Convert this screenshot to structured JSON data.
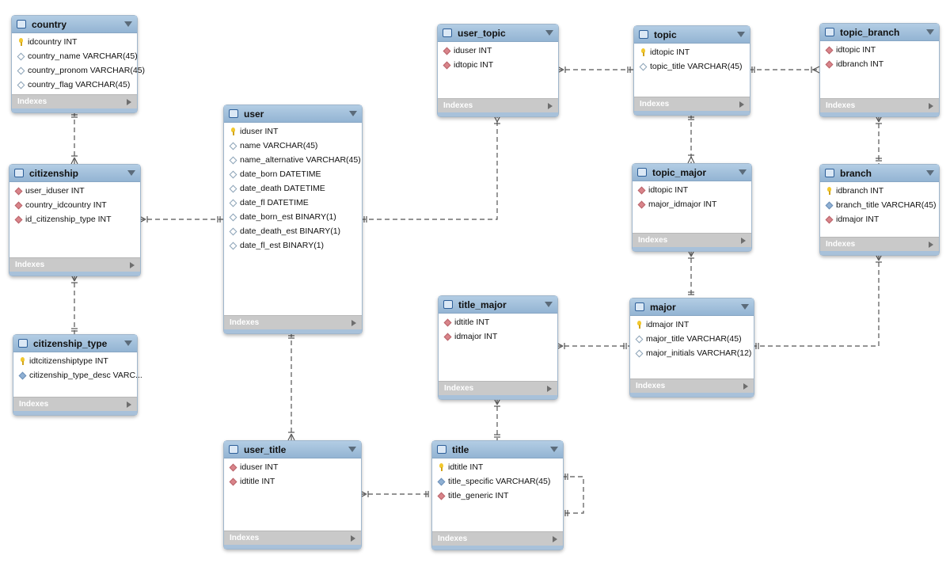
{
  "colors": {
    "header": "#9dbcd9",
    "link": "#555555"
  },
  "tables": [
    {
      "id": "country",
      "name": "country",
      "indexes_label": "Indexes",
      "columns": [
        {
          "text": "idcountry INT",
          "kind": "pk"
        },
        {
          "text": "country_name VARCHAR(45)",
          "kind": "plain"
        },
        {
          "text": "country_pronom VARCHAR(45)",
          "kind": "plain"
        },
        {
          "text": "country_flag VARCHAR(45)",
          "kind": "plain"
        }
      ]
    },
    {
      "id": "citizenship",
      "name": "citizenship",
      "indexes_label": "Indexes",
      "columns": [
        {
          "text": "user_iduser INT",
          "kind": "fk"
        },
        {
          "text": "country_idcountry INT",
          "kind": "fk"
        },
        {
          "text": "id_citizenship_type INT",
          "kind": "fk"
        }
      ]
    },
    {
      "id": "citizenship_type",
      "name": "citizenship_type",
      "indexes_label": "Indexes",
      "columns": [
        {
          "text": "idtcitizenshiptype INT",
          "kind": "pk"
        },
        {
          "text": "citizenship_type_desc VARC...",
          "kind": "unq"
        }
      ]
    },
    {
      "id": "user",
      "name": "user",
      "indexes_label": "Indexes",
      "columns": [
        {
          "text": "iduser INT",
          "kind": "pk"
        },
        {
          "text": "name VARCHAR(45)",
          "kind": "plain"
        },
        {
          "text": "name_alternative VARCHAR(45)",
          "kind": "plain"
        },
        {
          "text": "date_born DATETIME",
          "kind": "plain"
        },
        {
          "text": "date_death DATETIME",
          "kind": "plain"
        },
        {
          "text": "date_fl DATETIME",
          "kind": "plain"
        },
        {
          "text": "date_born_est BINARY(1)",
          "kind": "plain"
        },
        {
          "text": "date_death_est BINARY(1)",
          "kind": "plain"
        },
        {
          "text": "date_fl_est BINARY(1)",
          "kind": "plain"
        }
      ]
    },
    {
      "id": "user_topic",
      "name": "user_topic",
      "indexes_label": "Indexes",
      "columns": [
        {
          "text": "iduser INT",
          "kind": "fk"
        },
        {
          "text": "idtopic INT",
          "kind": "fk"
        }
      ]
    },
    {
      "id": "topic",
      "name": "topic",
      "indexes_label": "Indexes",
      "columns": [
        {
          "text": "idtopic INT",
          "kind": "pk"
        },
        {
          "text": "topic_title VARCHAR(45)",
          "kind": "plain"
        }
      ]
    },
    {
      "id": "topic_branch",
      "name": "topic_branch",
      "indexes_label": "Indexes",
      "columns": [
        {
          "text": "idtopic INT",
          "kind": "fk"
        },
        {
          "text": "idbranch INT",
          "kind": "fk"
        }
      ]
    },
    {
      "id": "topic_major",
      "name": "topic_major",
      "indexes_label": "Indexes",
      "columns": [
        {
          "text": "idtopic INT",
          "kind": "fk"
        },
        {
          "text": "major_idmajor INT",
          "kind": "fk"
        }
      ]
    },
    {
      "id": "branch",
      "name": "branch",
      "indexes_label": "Indexes",
      "columns": [
        {
          "text": "idbranch INT",
          "kind": "pk"
        },
        {
          "text": "branch_title VARCHAR(45)",
          "kind": "unq"
        },
        {
          "text": "idmajor INT",
          "kind": "fk"
        }
      ]
    },
    {
      "id": "title_major",
      "name": "title_major",
      "indexes_label": "Indexes",
      "columns": [
        {
          "text": "idtitle INT",
          "kind": "fk"
        },
        {
          "text": "idmajor INT",
          "kind": "fk"
        }
      ]
    },
    {
      "id": "major",
      "name": "major",
      "indexes_label": "Indexes",
      "columns": [
        {
          "text": "idmajor INT",
          "kind": "pk"
        },
        {
          "text": "major_title VARCHAR(45)",
          "kind": "plain"
        },
        {
          "text": "major_initials VARCHAR(12)",
          "kind": "plain"
        }
      ]
    },
    {
      "id": "user_title",
      "name": "user_title",
      "indexes_label": "Indexes",
      "columns": [
        {
          "text": "iduser INT",
          "kind": "fk"
        },
        {
          "text": "idtitle INT",
          "kind": "fk"
        }
      ]
    },
    {
      "id": "title",
      "name": "title",
      "indexes_label": "Indexes",
      "columns": [
        {
          "text": "idtitle INT",
          "kind": "pk"
        },
        {
          "text": "title_specific VARCHAR(45)",
          "kind": "unq"
        },
        {
          "text": "title_generic INT",
          "kind": "fk"
        }
      ]
    }
  ]
}
